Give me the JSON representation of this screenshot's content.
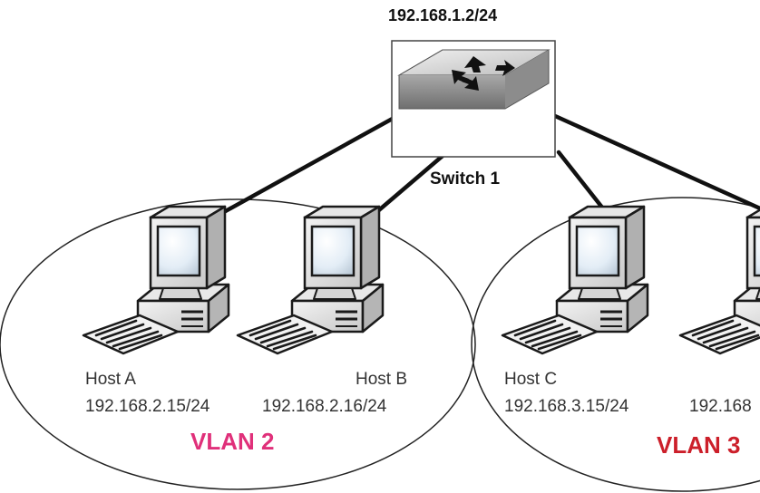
{
  "switch": {
    "ip": "192.168.1.2/24",
    "name": "Switch 1"
  },
  "hosts": [
    {
      "name": "Host A",
      "ip": "192.168.2.15/24"
    },
    {
      "name": "Host B",
      "ip": "192.168.2.16/24"
    },
    {
      "name": "Host C",
      "ip": "192.168.3.15/24"
    },
    {
      "name": "",
      "ip": "192.168"
    }
  ],
  "vlans": [
    {
      "label": "VLAN 2",
      "color": "#e0307a"
    },
    {
      "label": "VLAN 3",
      "color": "#cc1f2a"
    }
  ],
  "colors": {
    "cable": "#111111",
    "ellipse_stroke": "#222222"
  }
}
